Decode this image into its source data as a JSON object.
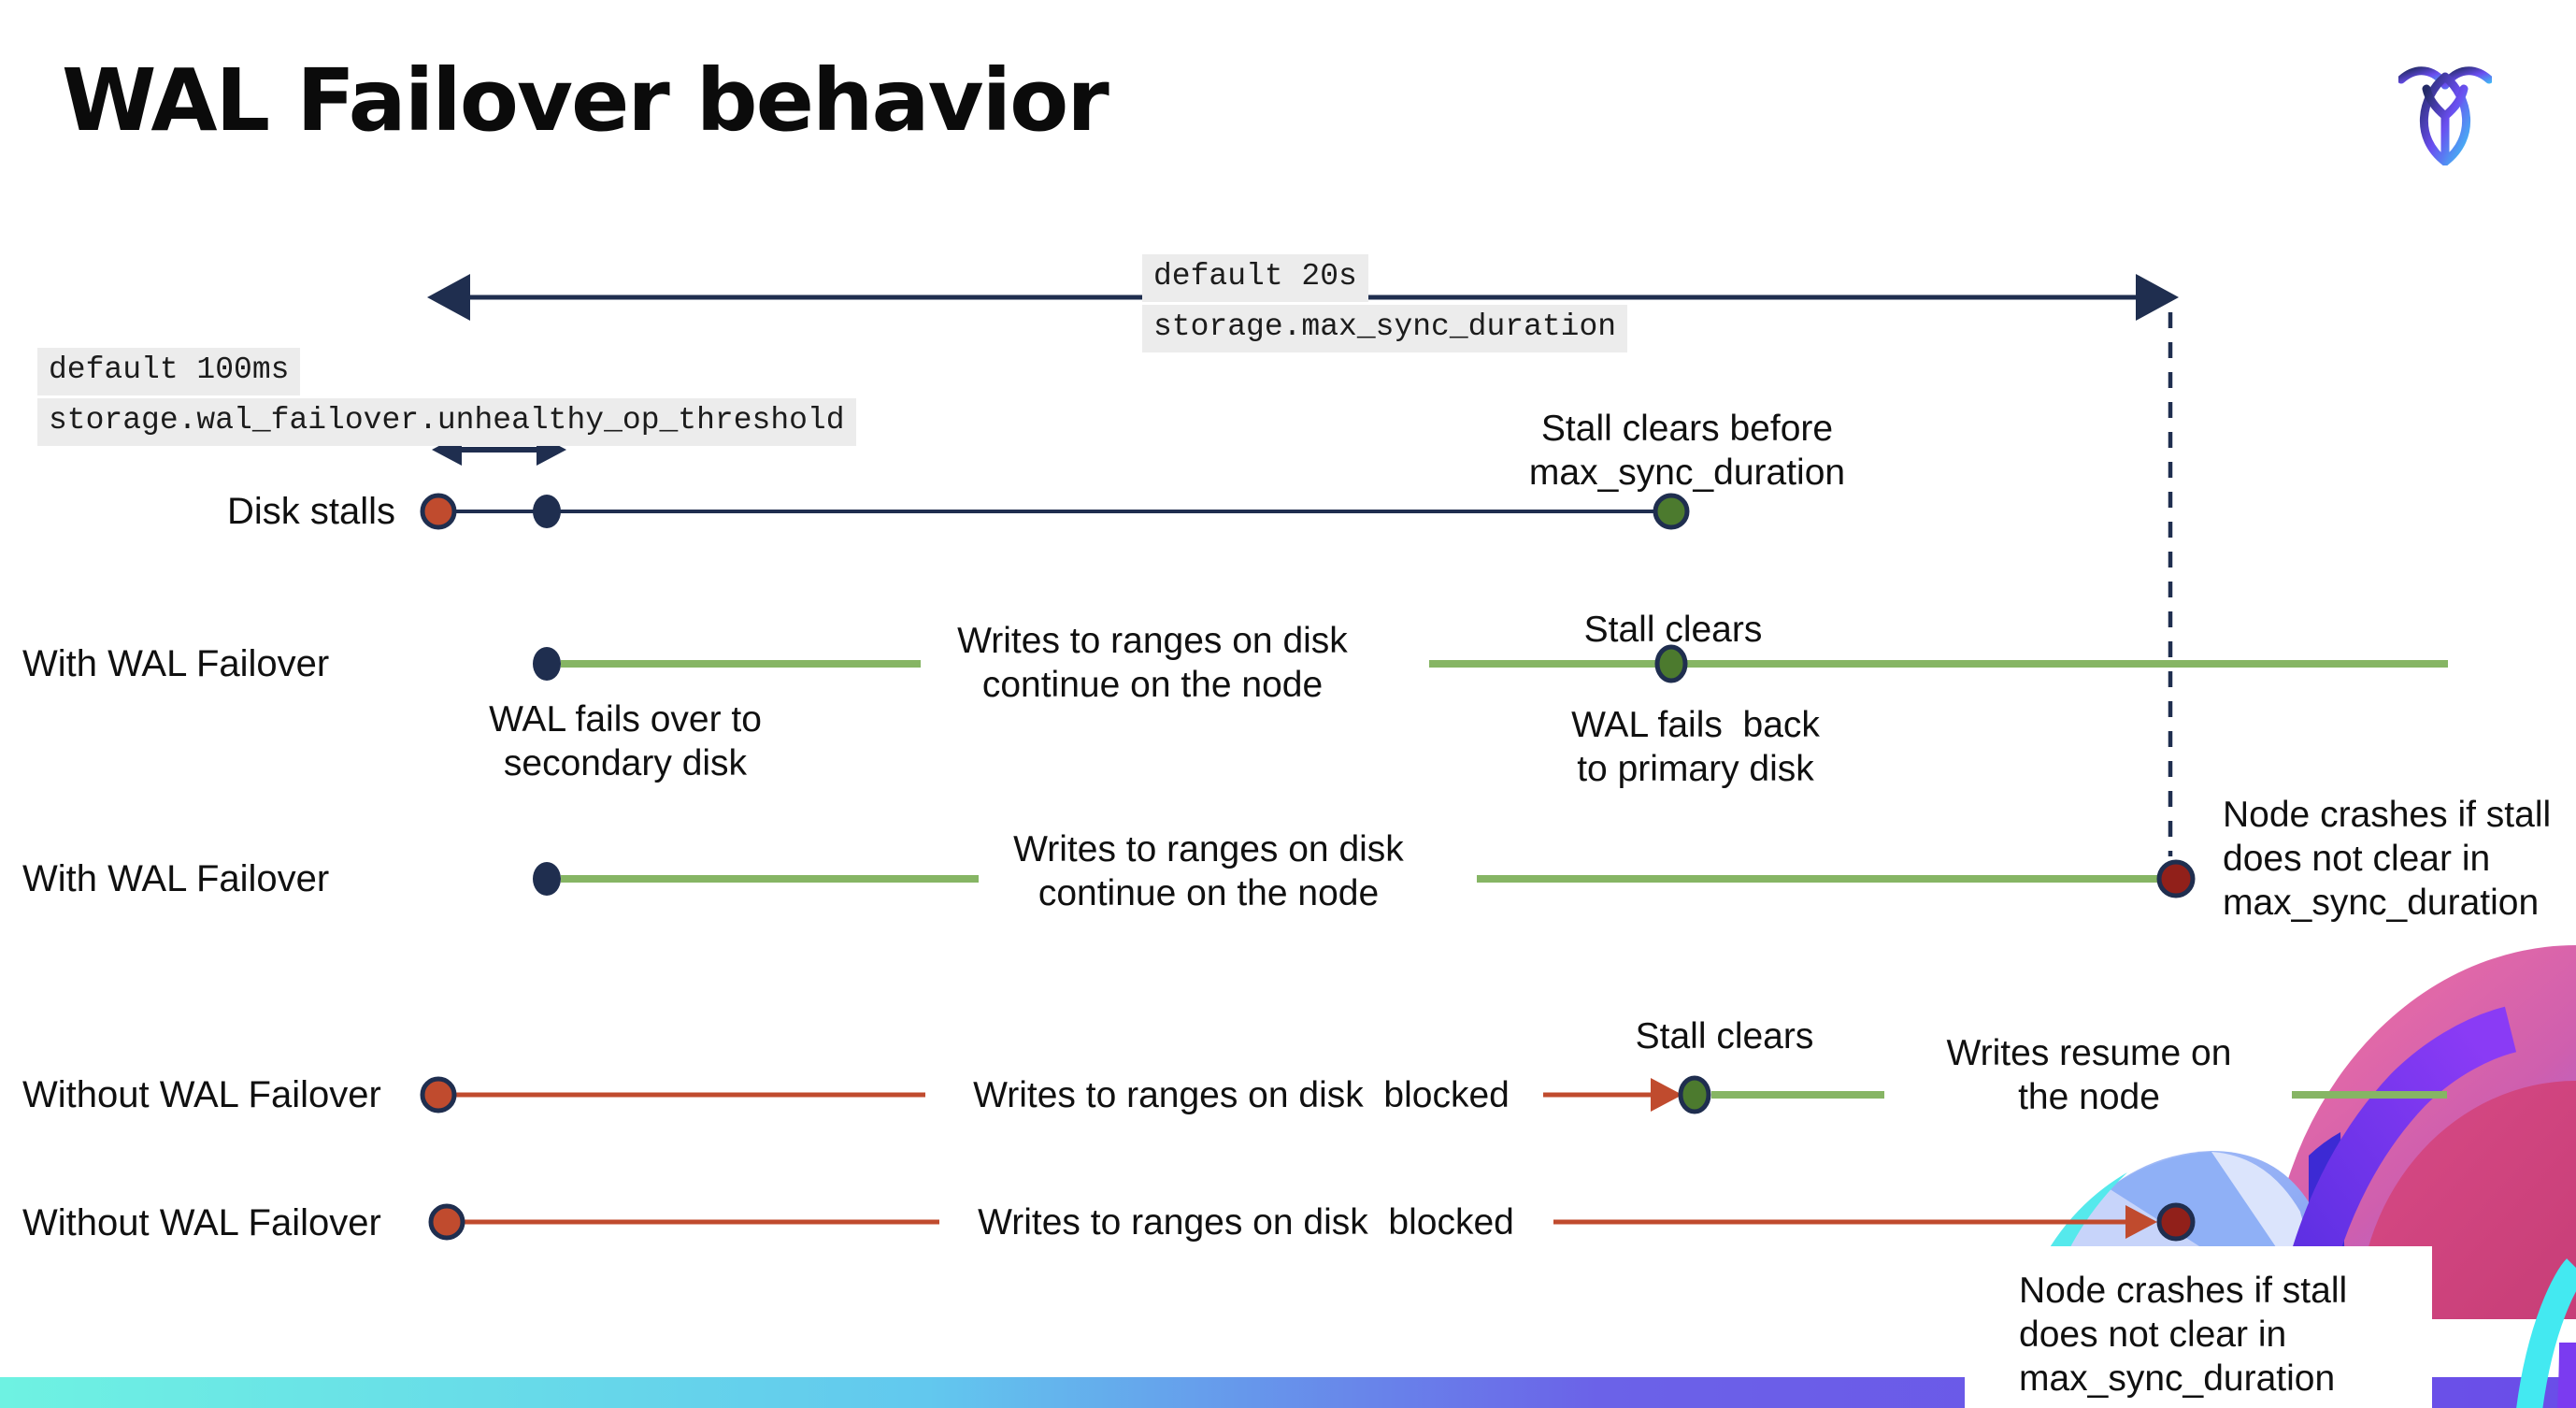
{
  "title": "WAL Failover behavior",
  "brand": {
    "logo": "cockroachdb-cockroach-mark"
  },
  "config_labels": {
    "max_sync_duration": {
      "default_value": "default 20s",
      "setting": "storage.max_sync_duration"
    },
    "unhealthy_op_threshold": {
      "default_value": "default 100ms",
      "setting": "storage.wal_failover.unhealthy_op_threshold"
    }
  },
  "rows": [
    {
      "label": "Disk stalls"
    },
    {
      "label": "With WAL Failover"
    },
    {
      "label": "With WAL Failover"
    },
    {
      "label": "Without WAL Failover"
    },
    {
      "label": "Without WAL Failover"
    }
  ],
  "notes": {
    "stall_clears_before": "Stall clears before\nmax_sync_duration",
    "writes_continue_row2": "Writes to ranges on disk\ncontinue on the node",
    "wal_fails_over": "WAL fails over to\nsecondary disk",
    "stall_clears_row2": "Stall clears",
    "wal_fails_back": "WAL fails  back\nto primary disk",
    "writes_continue_row3": "Writes to ranges on disk\ncontinue on the node",
    "node_crashes_row3": "Node crashes if stall\ndoes not clear in\nmax_sync_duration",
    "writes_blocked_row4": "Writes to ranges on disk  blocked",
    "stall_clears_row4": "Stall clears",
    "writes_resume": "Writes resume on\nthe node",
    "writes_blocked_row5": "Writes to ranges on disk  blocked",
    "node_crashes_row5": "Node crashes if stall\ndoes not clear in\nmax_sync_duration"
  },
  "colors": {
    "navy": "#1f2e4f",
    "stall_red": "#c04b2e",
    "crash_red": "#91201a",
    "healthy_green_line": "#86b564",
    "healthy_green_dot": "#4c7a2e",
    "code_bg": "#ececec",
    "bottom_bar_gradient": [
      "#6ef2e2",
      "#62c8ee",
      "#6b62e8",
      "#6a4de8"
    ]
  }
}
